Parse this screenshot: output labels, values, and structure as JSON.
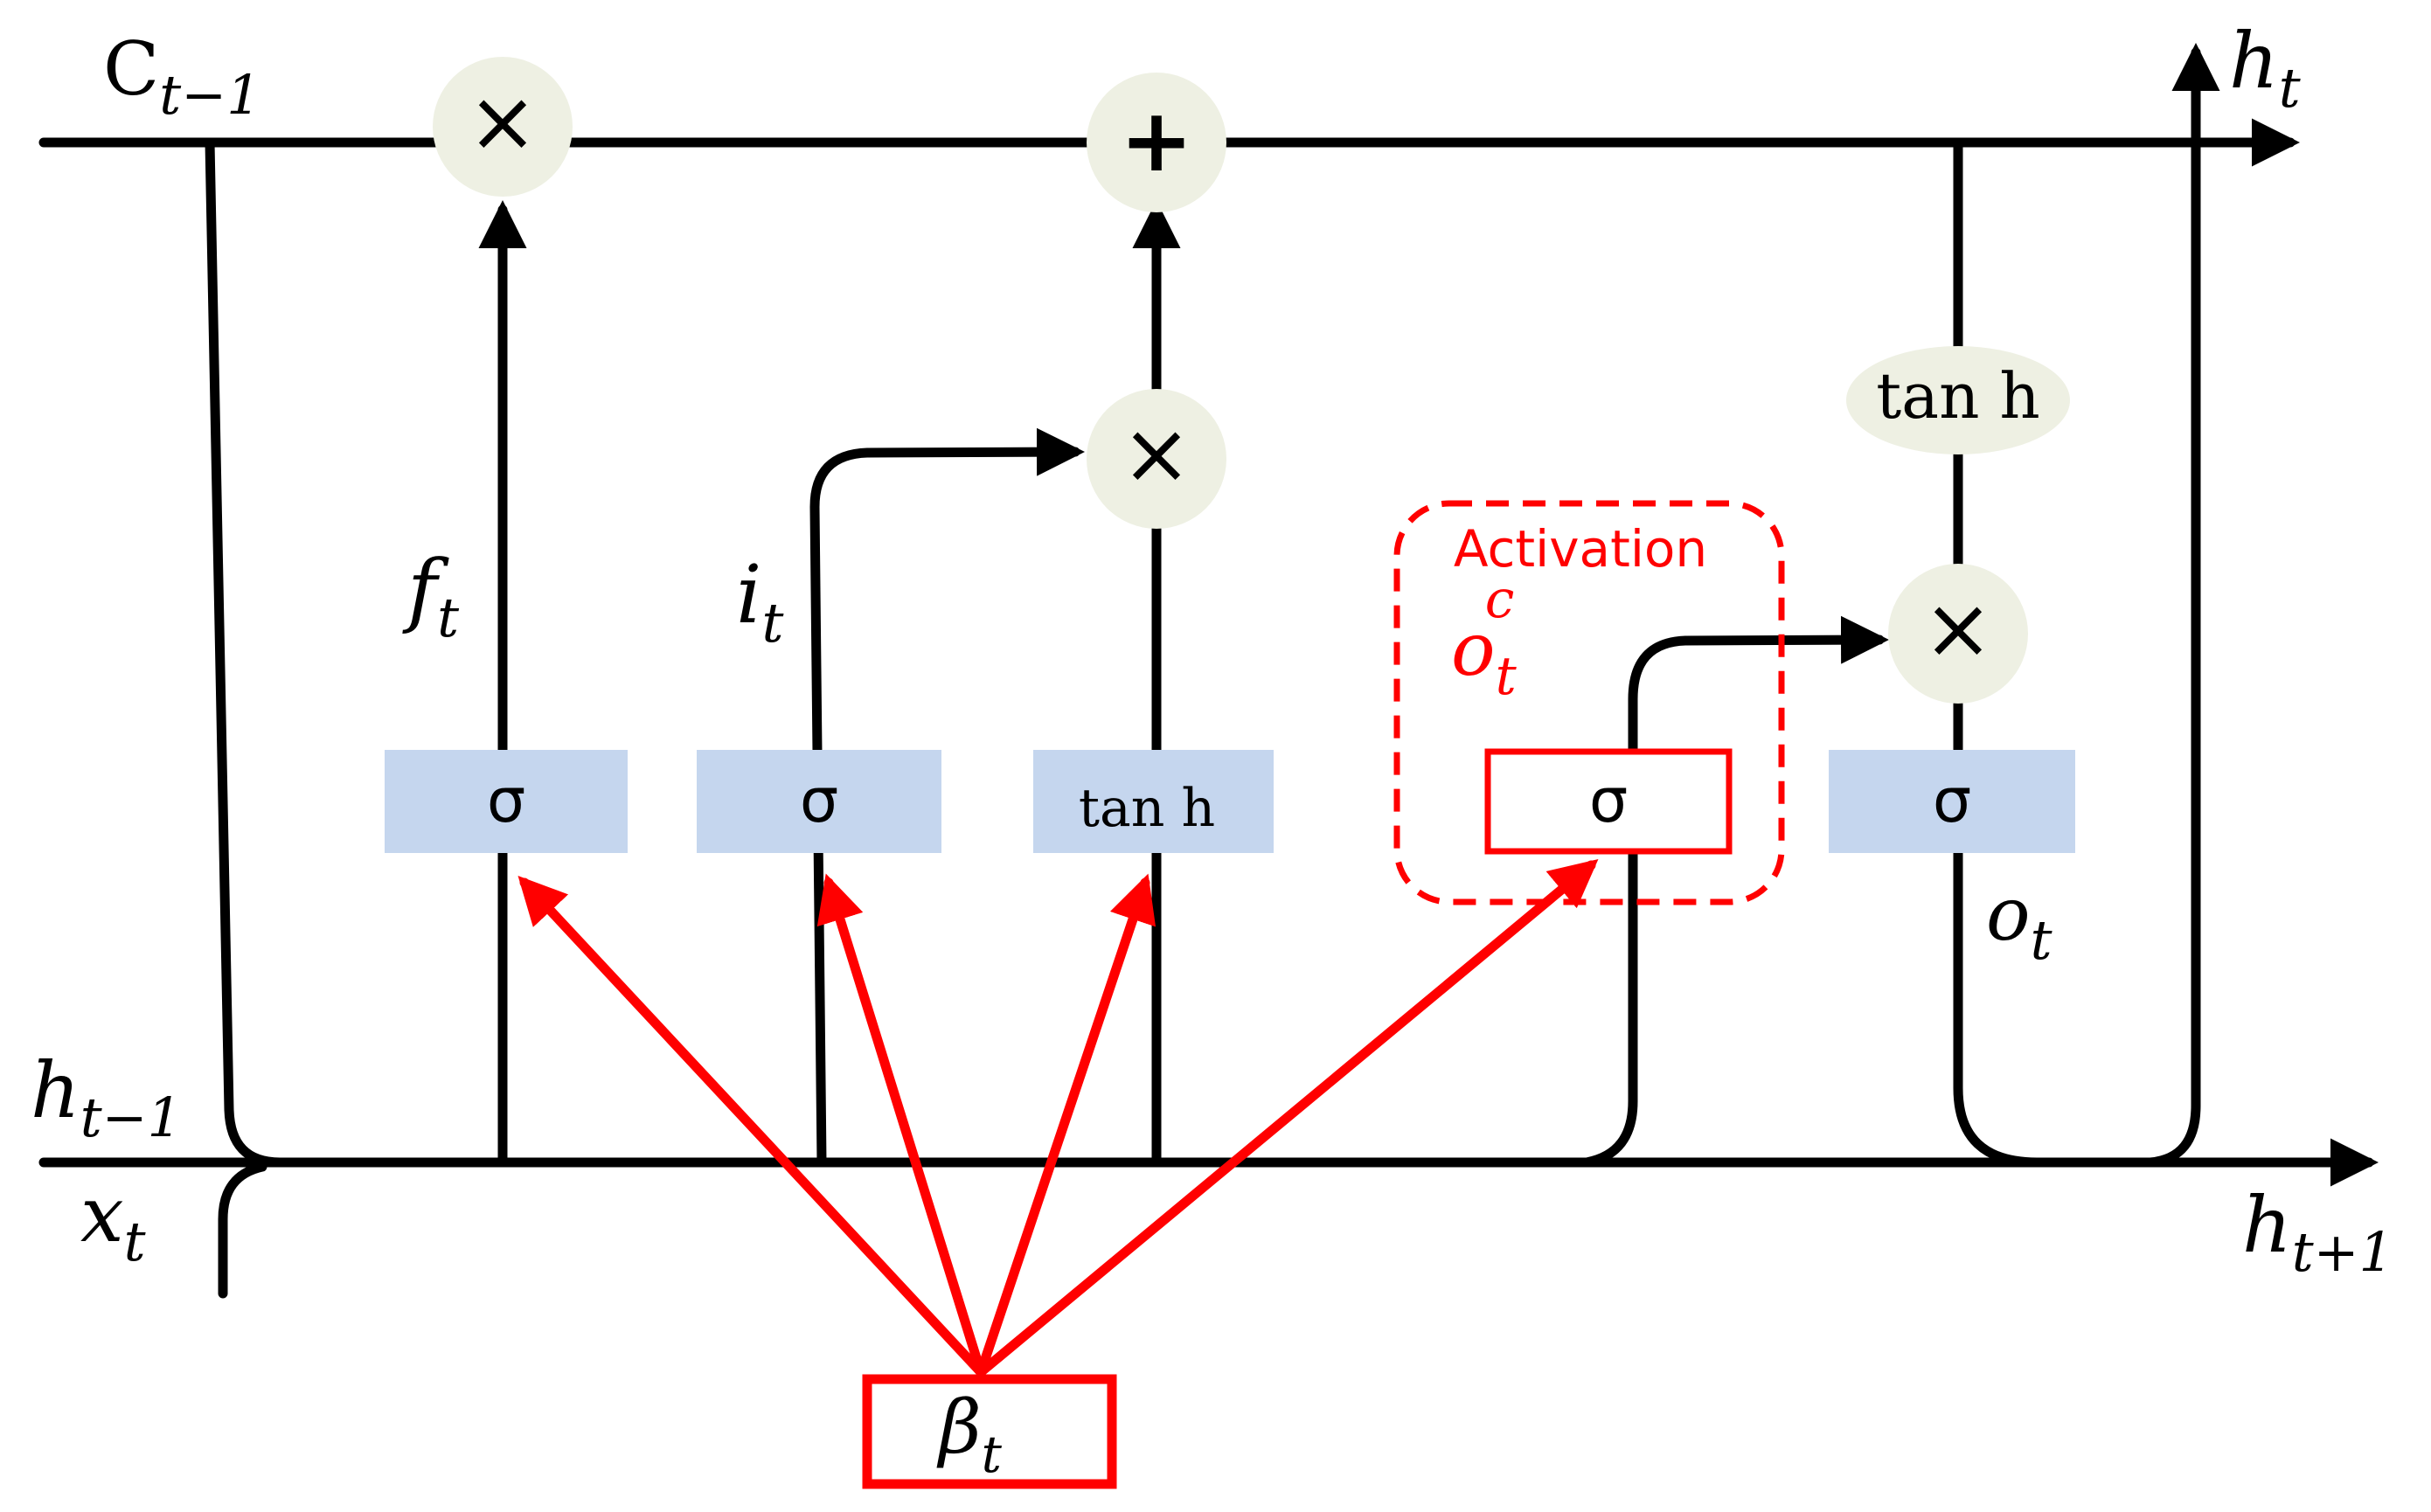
{
  "labels": {
    "c_prev_main": "C",
    "c_prev_sub": "t−1",
    "h_t_main": "h",
    "h_t_sub": "t",
    "h_prev_main": "h",
    "h_prev_sub": "t−1",
    "x_t_main": "x",
    "x_t_sub": "t",
    "h_next_main": "h",
    "h_next_sub": "t+1",
    "f_t_main": "f",
    "f_t_sub": "t",
    "i_t_main": "i",
    "i_t_sub": "t",
    "o_t_main": "o",
    "o_t_sub": "t",
    "beta_main": "β",
    "beta_sub": "t",
    "activation": "Activation",
    "oc_main": "o",
    "oc_sub": "t",
    "oc_sup": "c"
  },
  "gates": {
    "forget": "σ",
    "input": "σ",
    "candidate": "tan h",
    "activation": "σ",
    "output": "σ",
    "tanh_cell": "tan h"
  },
  "operators": {
    "forget_mult": "×",
    "cell_add": "+",
    "input_mult": "×",
    "output_mult": "×"
  },
  "colors": {
    "line": "#000000",
    "accent": "#ff0000",
    "gate_fill": "#c5d6ee",
    "op_fill": "#eef0e3"
  }
}
